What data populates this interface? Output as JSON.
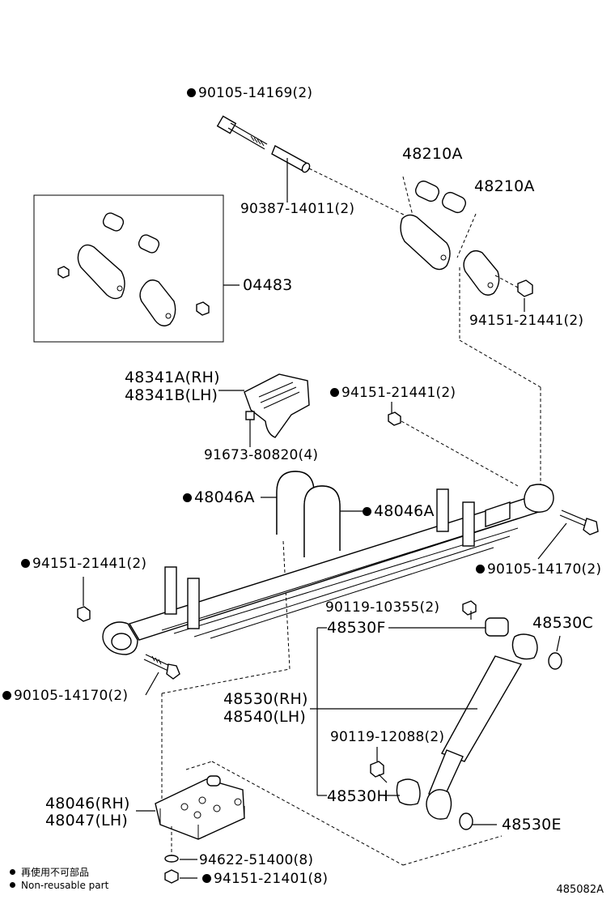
{
  "labels": {
    "bolt_top": "90105-14169(2)",
    "pin_top": "90387-14011(2)",
    "bush_a1": "48210A",
    "bush_a2": "48210A",
    "kit": "04483",
    "nut_shackle": "94151-21441(2)",
    "bracket_rh": "48341A(RH)",
    "bracket_lh": "48341B(LH)",
    "nut_mid": "94151-21441(2)",
    "bolt_bracket": "91673-80820(4)",
    "ubolt_left": "48046A",
    "ubolt_right": "48046A",
    "nut_left": "94151-21441(2)",
    "bolt_right": "90105-14170(2)",
    "bolt_shock_top": "90119-10355(2)",
    "bush_f": "48530F",
    "bush_c": "48530C",
    "bolt_left_eye": "90105-14170(2)",
    "shock_rh": "48530(RH)",
    "shock_lh": "48540(LH)",
    "bolt_shock_low": "90119-12088(2)",
    "bush_h": "48530H",
    "bush_e": "48530E",
    "seat_rh": "48046(RH)",
    "seat_lh": "48047(LH)",
    "washer": "94622-51400(8)",
    "nut_bottom": "94151-21401(8)"
  },
  "legend": {
    "line1": "再使用不可部品",
    "line2": "Non-reusable part"
  },
  "diagram_code": "485082A"
}
